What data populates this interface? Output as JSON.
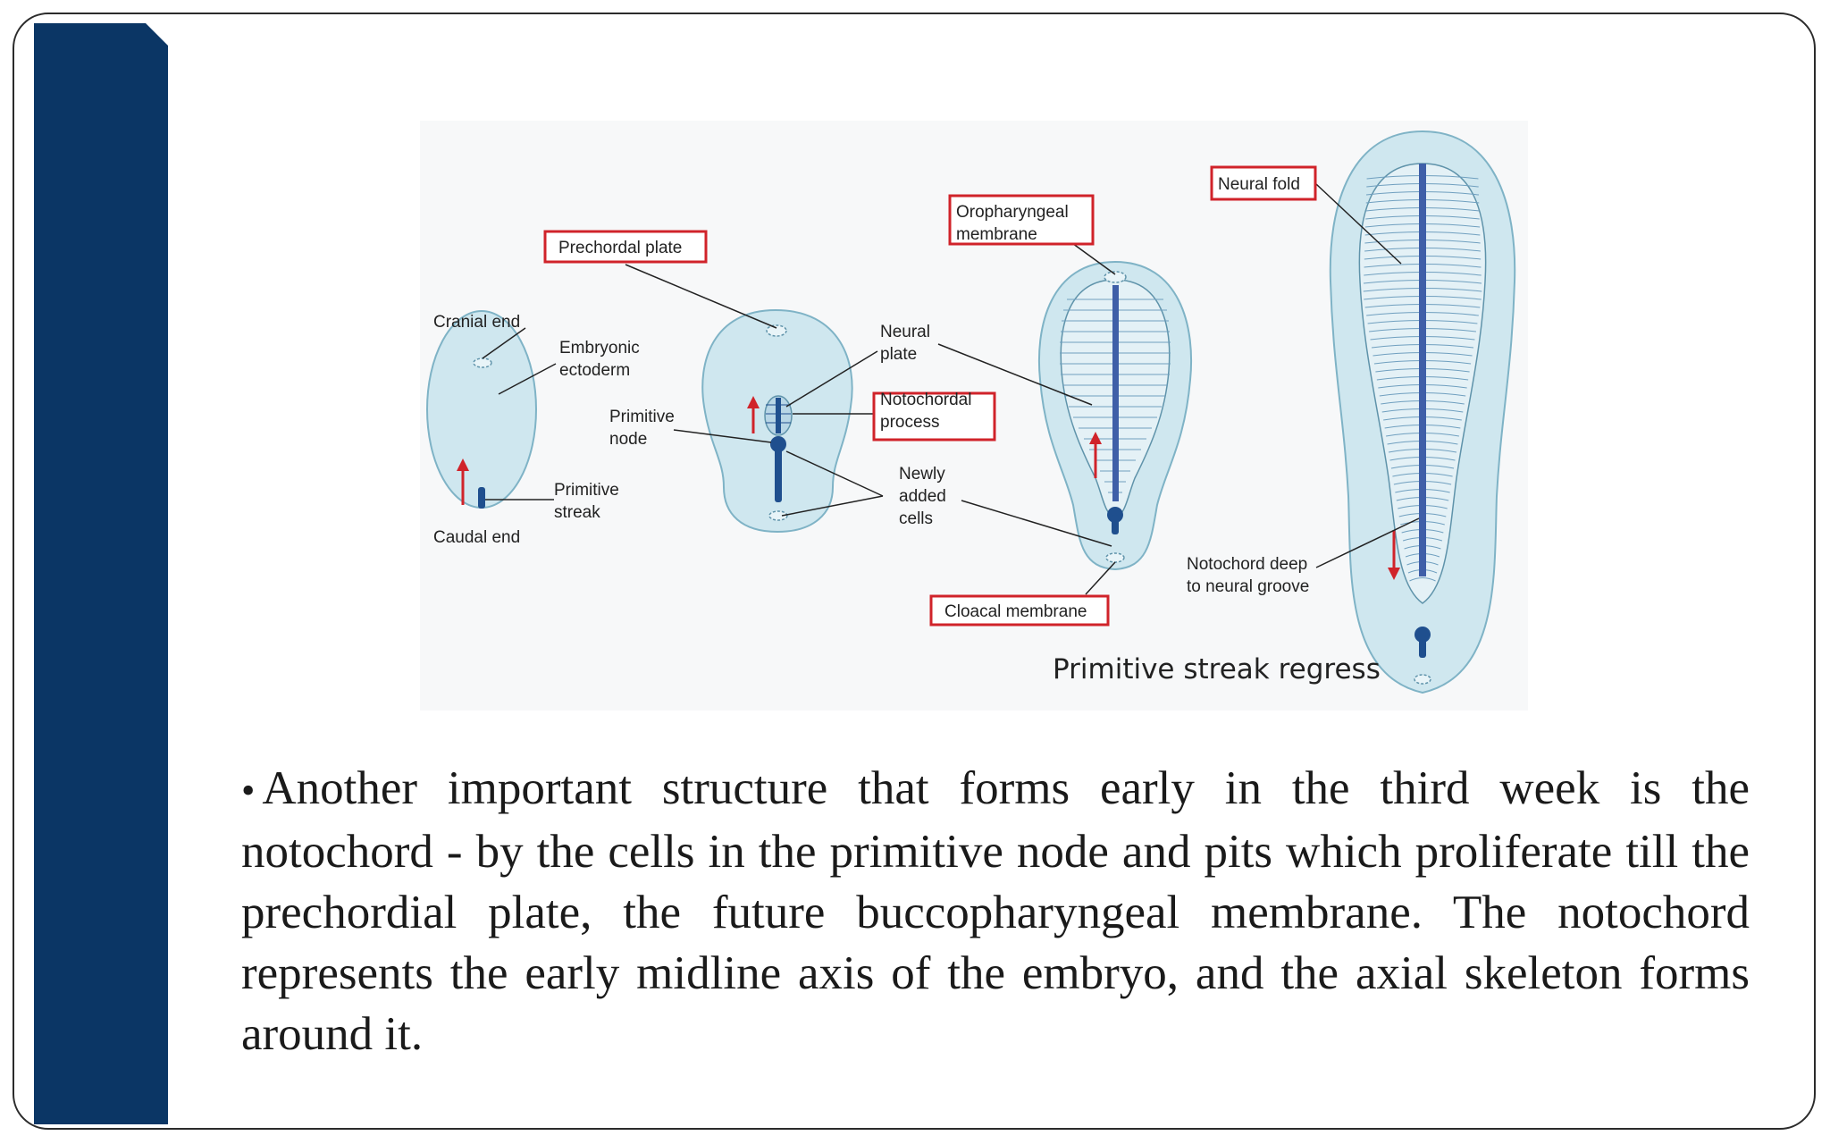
{
  "colors": {
    "sidebar": "#0b3665",
    "embryo_fill": "#cfe7ef",
    "embryo_stroke": "#7fb3c6",
    "structure_blue": "#1f4f8e",
    "label_box": "#d0232a",
    "arrow_red": "#d0232a"
  },
  "figure": {
    "labels": {
      "cranial_end": "Cranial end",
      "embryonic_ectoderm_1": "Embryonic",
      "embryonic_ectoderm_2": "ectoderm",
      "primitive_streak_1": "Primitive",
      "primitive_streak_2": "streak",
      "caudal_end": "Caudal end",
      "prechordal_plate": "Prechordal plate",
      "primitive_node_1": "Primitive",
      "primitive_node_2": "node",
      "neural_plate_1": "Neural",
      "neural_plate_2": "plate",
      "notochordal_process_1": "Notochordal",
      "notochordal_process_2": "process",
      "newly_added_1": "Newly",
      "newly_added_2": "added",
      "newly_added_3": "cells",
      "oropharyngeal_1": "Oropharyngeal",
      "oropharyngeal_2": "membrane",
      "cloacal_membrane": "Cloacal membrane",
      "neural_fold": "Neural fold",
      "notochord_deep_1": "Notochord deep",
      "notochord_deep_2": "to neural groove"
    },
    "caption": "Primitive streak regress"
  },
  "body": {
    "bullet": "•",
    "paragraph": "Another important structure that forms early in the third week is the notochord - by the cells in the primitive node and pits which proliferate till the prechordial plate, the future buccopharyngeal membrane. The notochord represents the early midline axis of the embryo, and the axial skeleton forms around it."
  }
}
